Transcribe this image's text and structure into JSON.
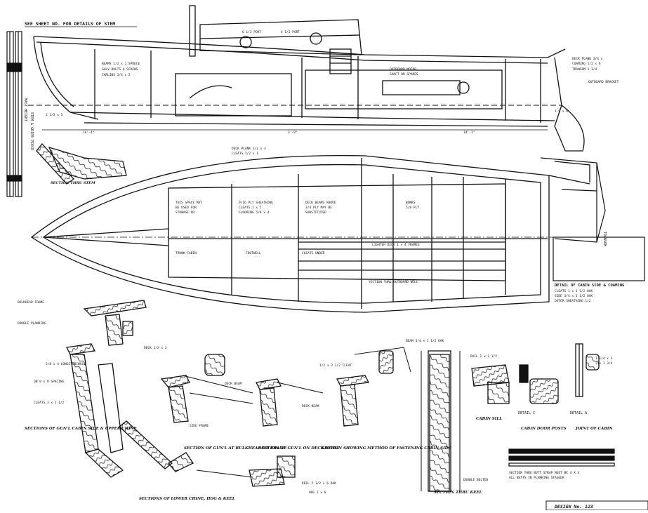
{
  "drawing": {
    "top_note": "SEE SHEET NO. FOR DETAILS OF STEM",
    "cabin_sill": "CABIN SILL",
    "cabin_door_posts": "CABIN DOOR POSTS",
    "joint_of_cabin": "JOINT OF CABIN",
    "detail_c": "DETAIL C",
    "detail_a": "DETAIL A",
    "detail_cabin_side": "DETAIL OF CABIN SIDE & COAMING",
    "section_thru_stem": "SECTION THRU STEM",
    "section_thru_keel": "SECTION THRU KEEL",
    "sections_gunl_cabin": "SECTIONS OF GUN'L CABIN SIDE & UPPER CHINE",
    "section_gunl_bulkhead": "SECTION OF GUN'L AT BULKHEAD OR FRAME",
    "section_gunl_deck": "SECTION OF GUN'L ON DECK BEAM",
    "section_method": "SECTION SHOWING METHOD OF FASTENING CABIN SIDE",
    "sections_lower_chine": "SECTIONS OF LOWER CHINE, HOG & KEEL",
    "deck_beam": "DECK BEAM",
    "side_frame": "SIDE FRAME",
    "transom": "TRANSOM",
    "design_no": "DESIGN No. 123"
  },
  "colors": {
    "ink": "#111111",
    "paper": "#ffffff"
  }
}
